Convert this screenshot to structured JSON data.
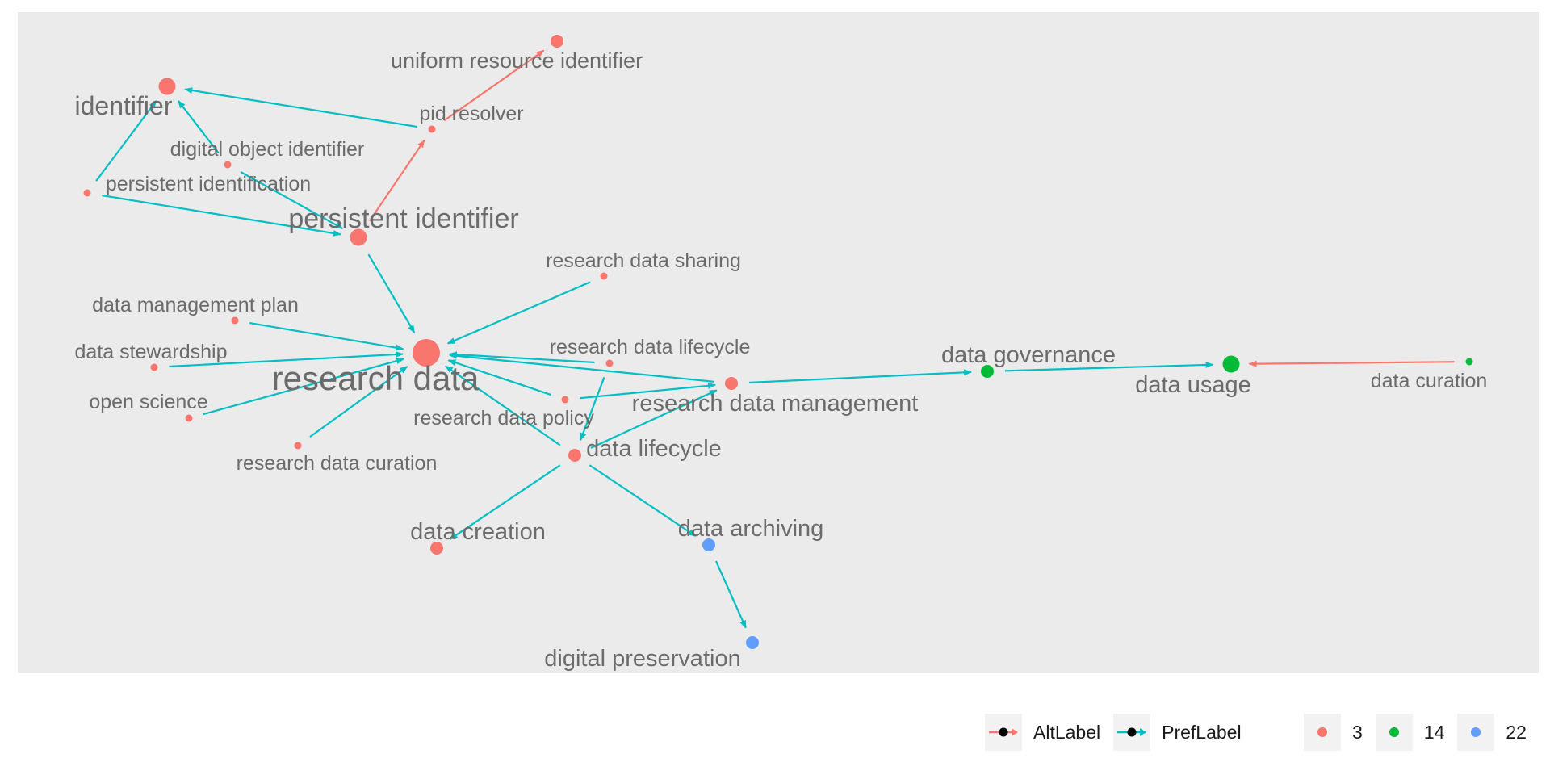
{
  "colors": {
    "AltLabel": "#F8766D",
    "PrefLabel": "#00BFC4",
    "group_3": "#F8766D",
    "group_14": "#00BA38",
    "group_22": "#619CFF",
    "panel": "#EBEBEB",
    "label": "#6B6B6B"
  },
  "nodes": [
    {
      "id": "uniform resource identifier",
      "group": "3",
      "weight": 2
    },
    {
      "id": "identifier",
      "group": "3",
      "weight": 3
    },
    {
      "id": "pid resolver",
      "group": "3",
      "weight": 1
    },
    {
      "id": "digital object identifier",
      "group": "3",
      "weight": 1
    },
    {
      "id": "persistent identification",
      "group": "3",
      "weight": 1
    },
    {
      "id": "persistent identifier",
      "group": "3",
      "weight": 3
    },
    {
      "id": "research data sharing",
      "group": "3",
      "weight": 1
    },
    {
      "id": "data management plan",
      "group": "3",
      "weight": 1
    },
    {
      "id": "data stewardship",
      "group": "3",
      "weight": 1
    },
    {
      "id": "research data lifecycle",
      "group": "3",
      "weight": 1
    },
    {
      "id": "research data",
      "group": "3",
      "weight": 5
    },
    {
      "id": "research data management",
      "group": "3",
      "weight": 2
    },
    {
      "id": "open science",
      "group": "3",
      "weight": 1
    },
    {
      "id": "research data policy",
      "group": "3",
      "weight": 1
    },
    {
      "id": "research data curation",
      "group": "3",
      "weight": 1
    },
    {
      "id": "data lifecycle",
      "group": "3",
      "weight": 2
    },
    {
      "id": "data creation",
      "group": "3",
      "weight": 2
    },
    {
      "id": "data archiving",
      "group": "22",
      "weight": 2
    },
    {
      "id": "digital preservation",
      "group": "22",
      "weight": 2
    },
    {
      "id": "data governance",
      "group": "14",
      "weight": 2
    },
    {
      "id": "data usage",
      "group": "14",
      "weight": 3
    },
    {
      "id": "data curation",
      "group": "14",
      "weight": 1
    }
  ],
  "edges": [
    {
      "from": "pid resolver",
      "to": "uniform resource identifier",
      "type": "AltLabel"
    },
    {
      "from": "persistent identifier",
      "to": "pid resolver",
      "type": "AltLabel"
    },
    {
      "from": "data curation",
      "to": "data usage",
      "type": "AltLabel"
    },
    {
      "from": "pid resolver",
      "to": "identifier",
      "type": "PrefLabel"
    },
    {
      "from": "digital object identifier",
      "to": "identifier",
      "type": "PrefLabel"
    },
    {
      "from": "persistent identification",
      "to": "identifier",
      "type": "PrefLabel"
    },
    {
      "from": "persistent identification",
      "to": "persistent identifier",
      "type": "PrefLabel"
    },
    {
      "from": "digital object identifier",
      "to": "persistent identifier",
      "type": "PrefLabel"
    },
    {
      "from": "persistent identifier",
      "to": "research data",
      "type": "PrefLabel"
    },
    {
      "from": "research data sharing",
      "to": "research data",
      "type": "PrefLabel"
    },
    {
      "from": "data management plan",
      "to": "research data",
      "type": "PrefLabel"
    },
    {
      "from": "data stewardship",
      "to": "research data",
      "type": "PrefLabel"
    },
    {
      "from": "open science",
      "to": "research data",
      "type": "PrefLabel"
    },
    {
      "from": "research data curation",
      "to": "research data",
      "type": "PrefLabel"
    },
    {
      "from": "research data lifecycle",
      "to": "research data",
      "type": "PrefLabel"
    },
    {
      "from": "research data policy",
      "to": "research data",
      "type": "PrefLabel"
    },
    {
      "from": "data lifecycle",
      "to": "research data",
      "type": "PrefLabel"
    },
    {
      "from": "research data management",
      "to": "research data",
      "type": "PrefLabel"
    },
    {
      "from": "research data policy",
      "to": "research data management",
      "type": "PrefLabel"
    },
    {
      "from": "data lifecycle",
      "to": "research data management",
      "type": "PrefLabel"
    },
    {
      "from": "research data lifecycle",
      "to": "data lifecycle",
      "type": "PrefLabel"
    },
    {
      "from": "data lifecycle",
      "to": "data creation",
      "type": "PrefLabel"
    },
    {
      "from": "data lifecycle",
      "to": "data archiving",
      "type": "PrefLabel"
    },
    {
      "from": "data archiving",
      "to": "digital preservation",
      "type": "PrefLabel"
    },
    {
      "from": "research data management",
      "to": "data governance",
      "type": "PrefLabel"
    },
    {
      "from": "data governance",
      "to": "data usage",
      "type": "PrefLabel"
    }
  ],
  "legend": {
    "edge_types": [
      "AltLabel",
      "PrefLabel"
    ],
    "groups": [
      "3",
      "14",
      "22"
    ]
  }
}
